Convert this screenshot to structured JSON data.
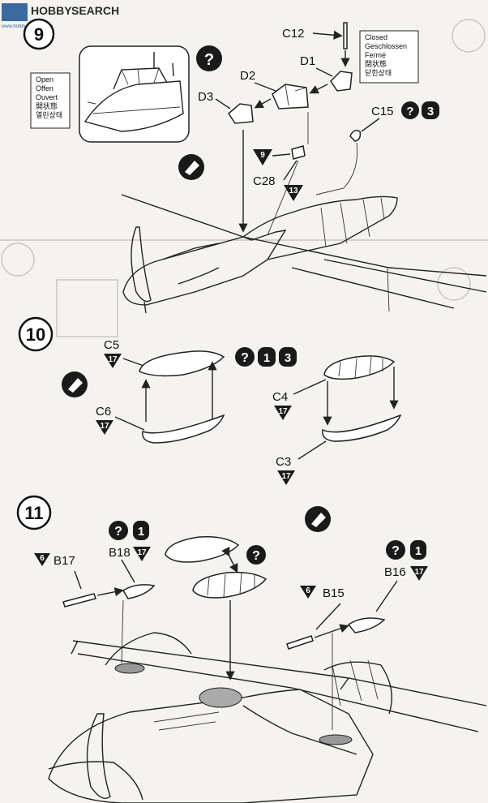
{
  "watermark": {
    "logo_text": "HOBBY",
    "search_text": "SEARCH",
    "site": "www.hobbysearch.co.jp"
  },
  "step9": {
    "number": "9",
    "open_state": [
      "Open",
      "Offen",
      "Ouvert",
      "開状態",
      "열린상태"
    ],
    "closed_state": [
      "Closed",
      "Geschlossen",
      "Fermé",
      "閉状態",
      "닫힌상태"
    ],
    "parts": {
      "c12": "C12",
      "d1": "D1",
      "d2": "D2",
      "d3": "D3",
      "c15": "C15",
      "c28": "C28"
    },
    "paint": {
      "c15_number": "3",
      "c28_number": "9",
      "c28_sub_number": "13"
    }
  },
  "step10": {
    "number": "10",
    "parts": {
      "c5": "C5",
      "c6": "C6",
      "c4": "C4",
      "c3": "C3"
    },
    "paint": {
      "c5": "17",
      "c6": "17",
      "c4": "17",
      "c3": "17",
      "option_a": "1",
      "option_b": "3"
    }
  },
  "step11": {
    "number": "11",
    "parts": {
      "b17": "B17",
      "b18": "B18",
      "b15": "B15",
      "b16": "B16"
    },
    "paint": {
      "b17": "6",
      "b15": "6",
      "b18": "17",
      "b16": "17",
      "b18_option": "1",
      "b16_option": "1"
    }
  }
}
